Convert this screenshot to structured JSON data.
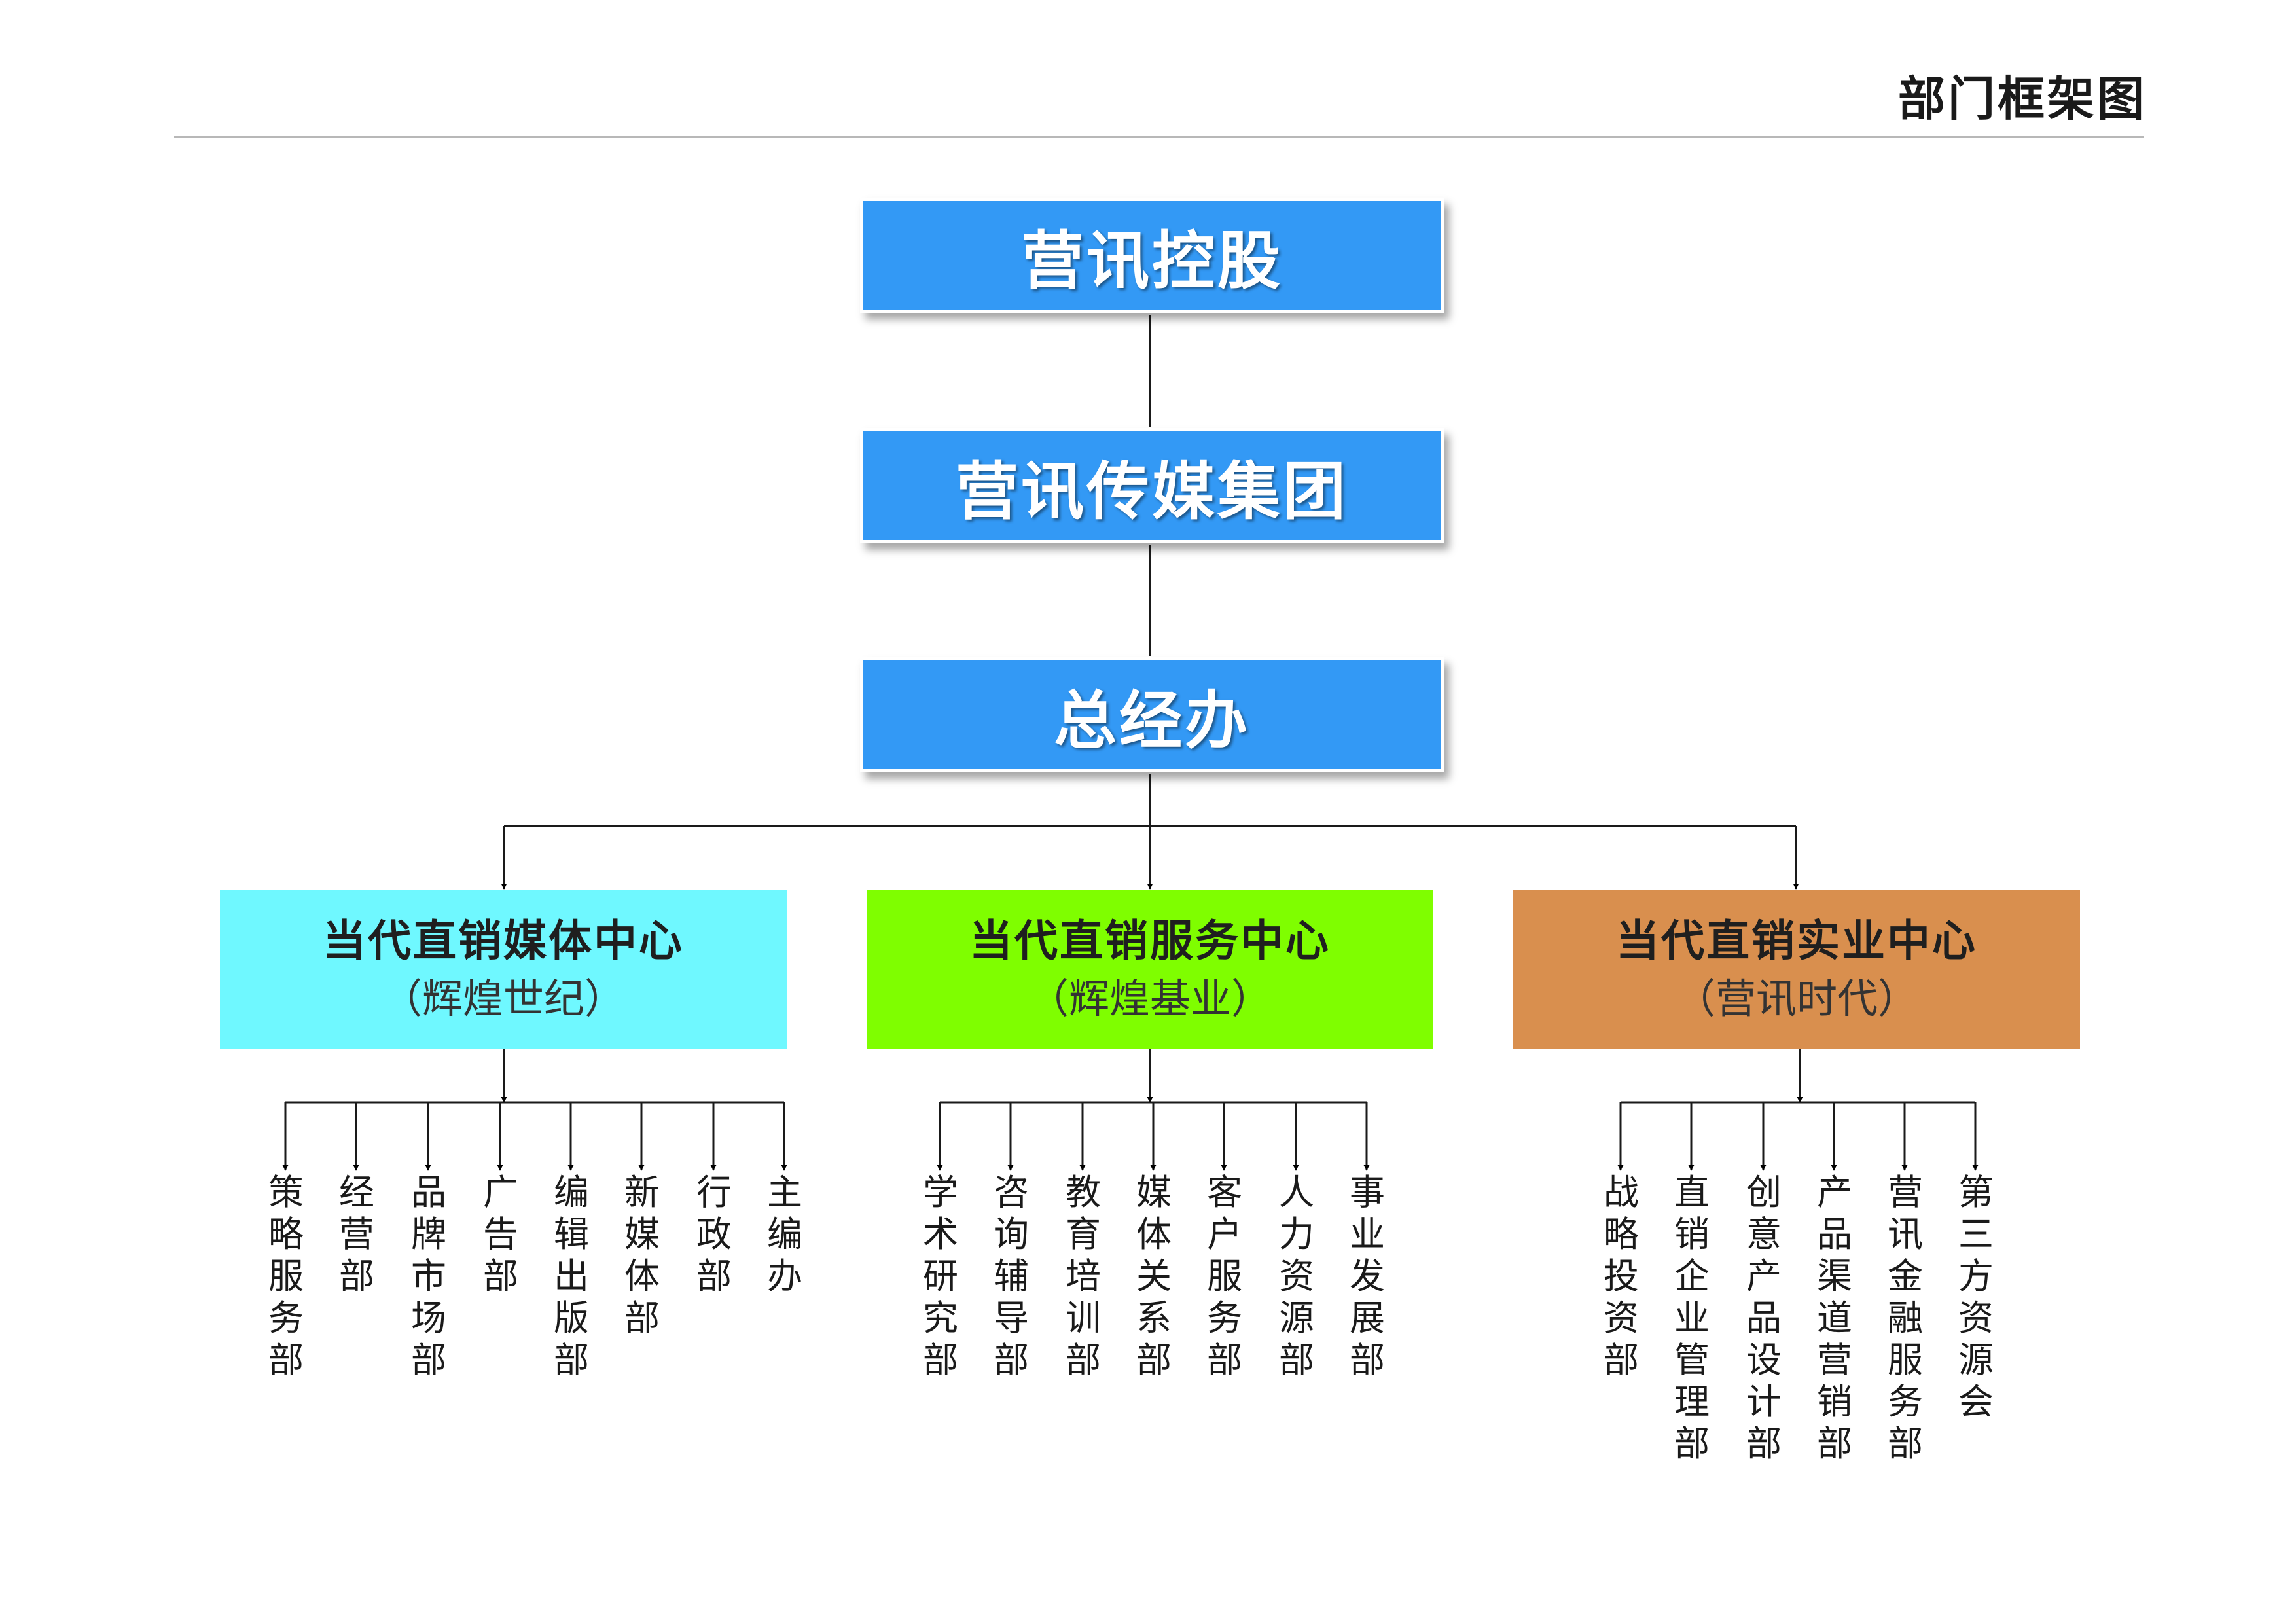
{
  "page_title": "部门框架图",
  "top_chain": [
    "营讯控股",
    "营讯传媒集团",
    "总经办"
  ],
  "centers": [
    {
      "name": "当代直销媒体中心",
      "subtitle": "（辉煌世纪）",
      "color": "#6ff8ff",
      "departments": [
        "策略服务部",
        "经营部",
        "品牌市场部",
        "广告部",
        "编辑出版部",
        "新媒体部",
        "行政部",
        "主编办"
      ]
    },
    {
      "name": "当代直销服务中心",
      "subtitle": "（辉煌基业）",
      "color": "#7ffe00",
      "departments": [
        "学术研究部",
        "咨询辅导部",
        "教育培训部",
        "媒体关系部",
        "客户服务部",
        "人力资源部",
        "事业发展部"
      ]
    },
    {
      "name": "当代直销实业中心",
      "subtitle": "（营讯时代）",
      "color": "#d98f4e",
      "departments": [
        "战略投资部",
        "直销企业管理部",
        "创意产品设计部",
        "产品渠道营销部",
        "营讯金融服务部",
        "第三方资源会"
      ]
    }
  ]
}
